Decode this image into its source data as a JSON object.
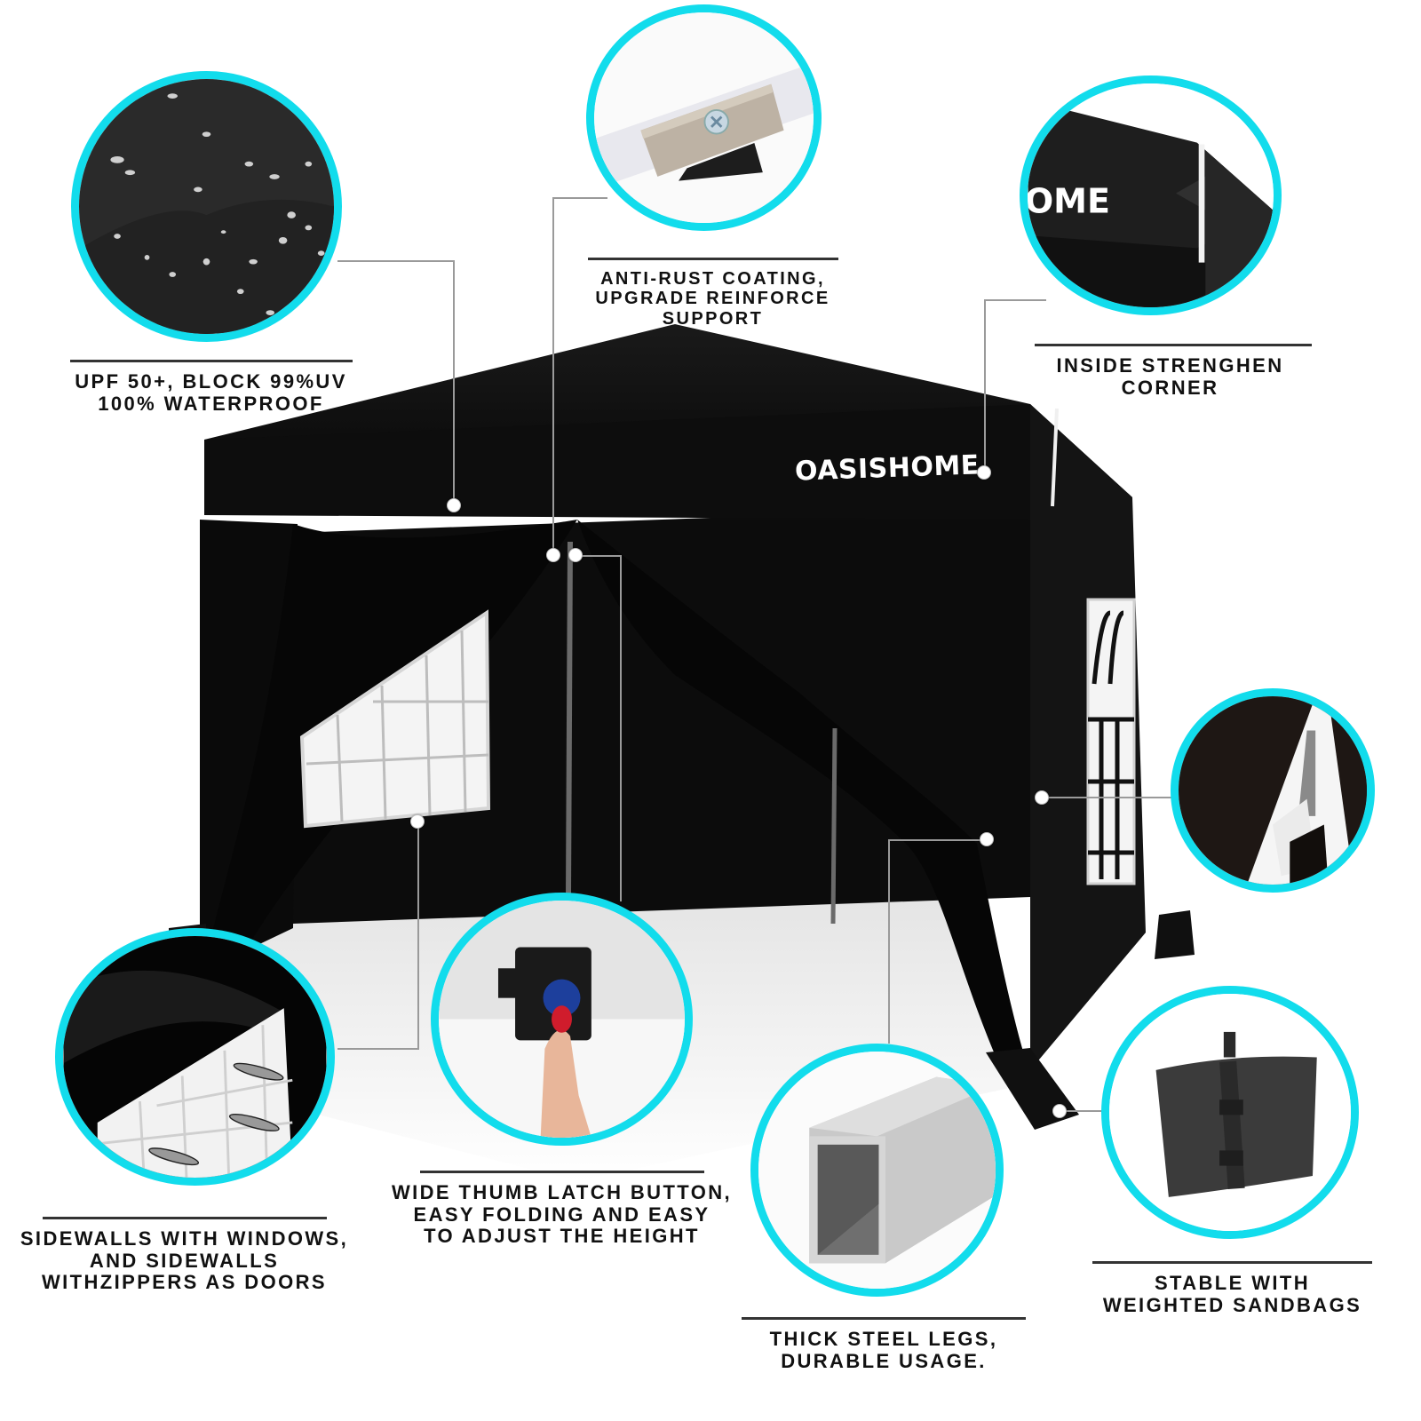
{
  "product": {
    "brand_label": "OASISHOME",
    "tent_color": "#0b0b0b",
    "accent_ring_color": "#12dcec"
  },
  "features": [
    {
      "id": "waterproof",
      "icon": "water-droplets-fabric-icon",
      "lines": [
        "UPF 50+,  BLOCK 99%UV",
        "100% WATERPROOF"
      ]
    },
    {
      "id": "anti-rust",
      "icon": "metal-bracket-screw-icon",
      "lines": [
        "ANTI-RUST COATING,",
        "UPGRADE REINFORCE",
        "SUPPORT"
      ]
    },
    {
      "id": "corner",
      "icon": "canopy-corner-icon",
      "inset_text": "OME",
      "lines": [
        "INSIDE STRENGHEN",
        "CORNER"
      ]
    },
    {
      "id": "zipper",
      "icon": "zipper-door-icon",
      "lines": []
    },
    {
      "id": "sidewalls",
      "icon": "window-mosquito-icon",
      "lines": [
        "SIDEWALLS WITH WINDOWS,",
        "AND SIDEWALLS",
        "WITHZIPPERS AS DOORS"
      ]
    },
    {
      "id": "latch",
      "icon": "thumb-latch-button-icon",
      "lines": [
        "WIDE THUMB LATCH BUTTON,",
        "EASY FOLDING AND EASY",
        "TO ADJUST THE HEIGHT"
      ]
    },
    {
      "id": "legs",
      "icon": "square-steel-tube-icon",
      "lines": [
        "THICK STEEL LEGS,",
        "DURABLE USAGE."
      ]
    },
    {
      "id": "sandbags",
      "icon": "sandbag-icon",
      "lines": [
        "STABLE WITH",
        "WEIGHTED SANDBAGS"
      ]
    }
  ]
}
